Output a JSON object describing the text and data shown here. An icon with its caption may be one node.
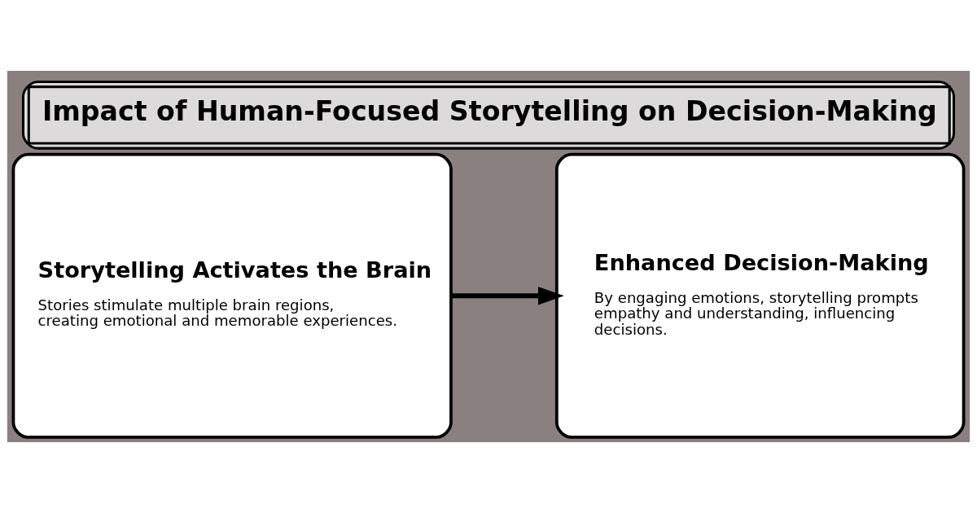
{
  "diagram": {
    "title": "Impact of Human-Focused Storytelling on Decision-Making",
    "nodes": [
      {
        "text": [
          "Storytelling Activates the Brain",
          "Stories stimulate multiple brain regions, creating emotional and memorable experiences."
        ]
      },
      {
        "text": [
          "Enhanced Decision-Making",
          "By engaging emotions, storytelling prompts empathy and understanding, influencing decisions."
        ]
      }
    ],
    "edges": [
      {
        "from": 0,
        "to": 1,
        "arrow": "to"
      }
    ]
  }
}
